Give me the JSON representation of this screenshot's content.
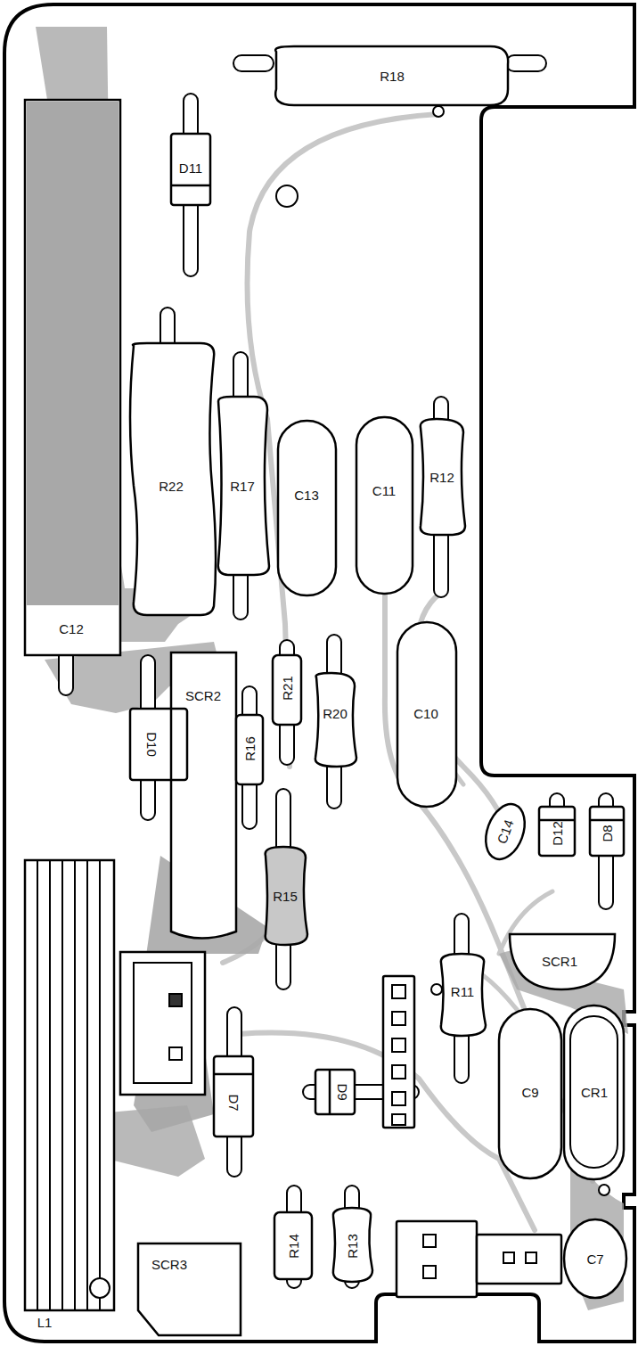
{
  "diagram": {
    "labels": [
      "R18",
      "D11",
      "R22",
      "R17",
      "C13",
      "C11",
      "R12",
      "C12",
      "SCR2",
      "R21",
      "R20",
      "C10",
      "D10",
      "R16",
      "C14",
      "D12",
      "D8",
      "R15",
      "SCR1",
      "R11",
      "C9",
      "CR1",
      "D7",
      "D9",
      "SCR3",
      "L1",
      "R14",
      "R13",
      "C7"
    ]
  }
}
